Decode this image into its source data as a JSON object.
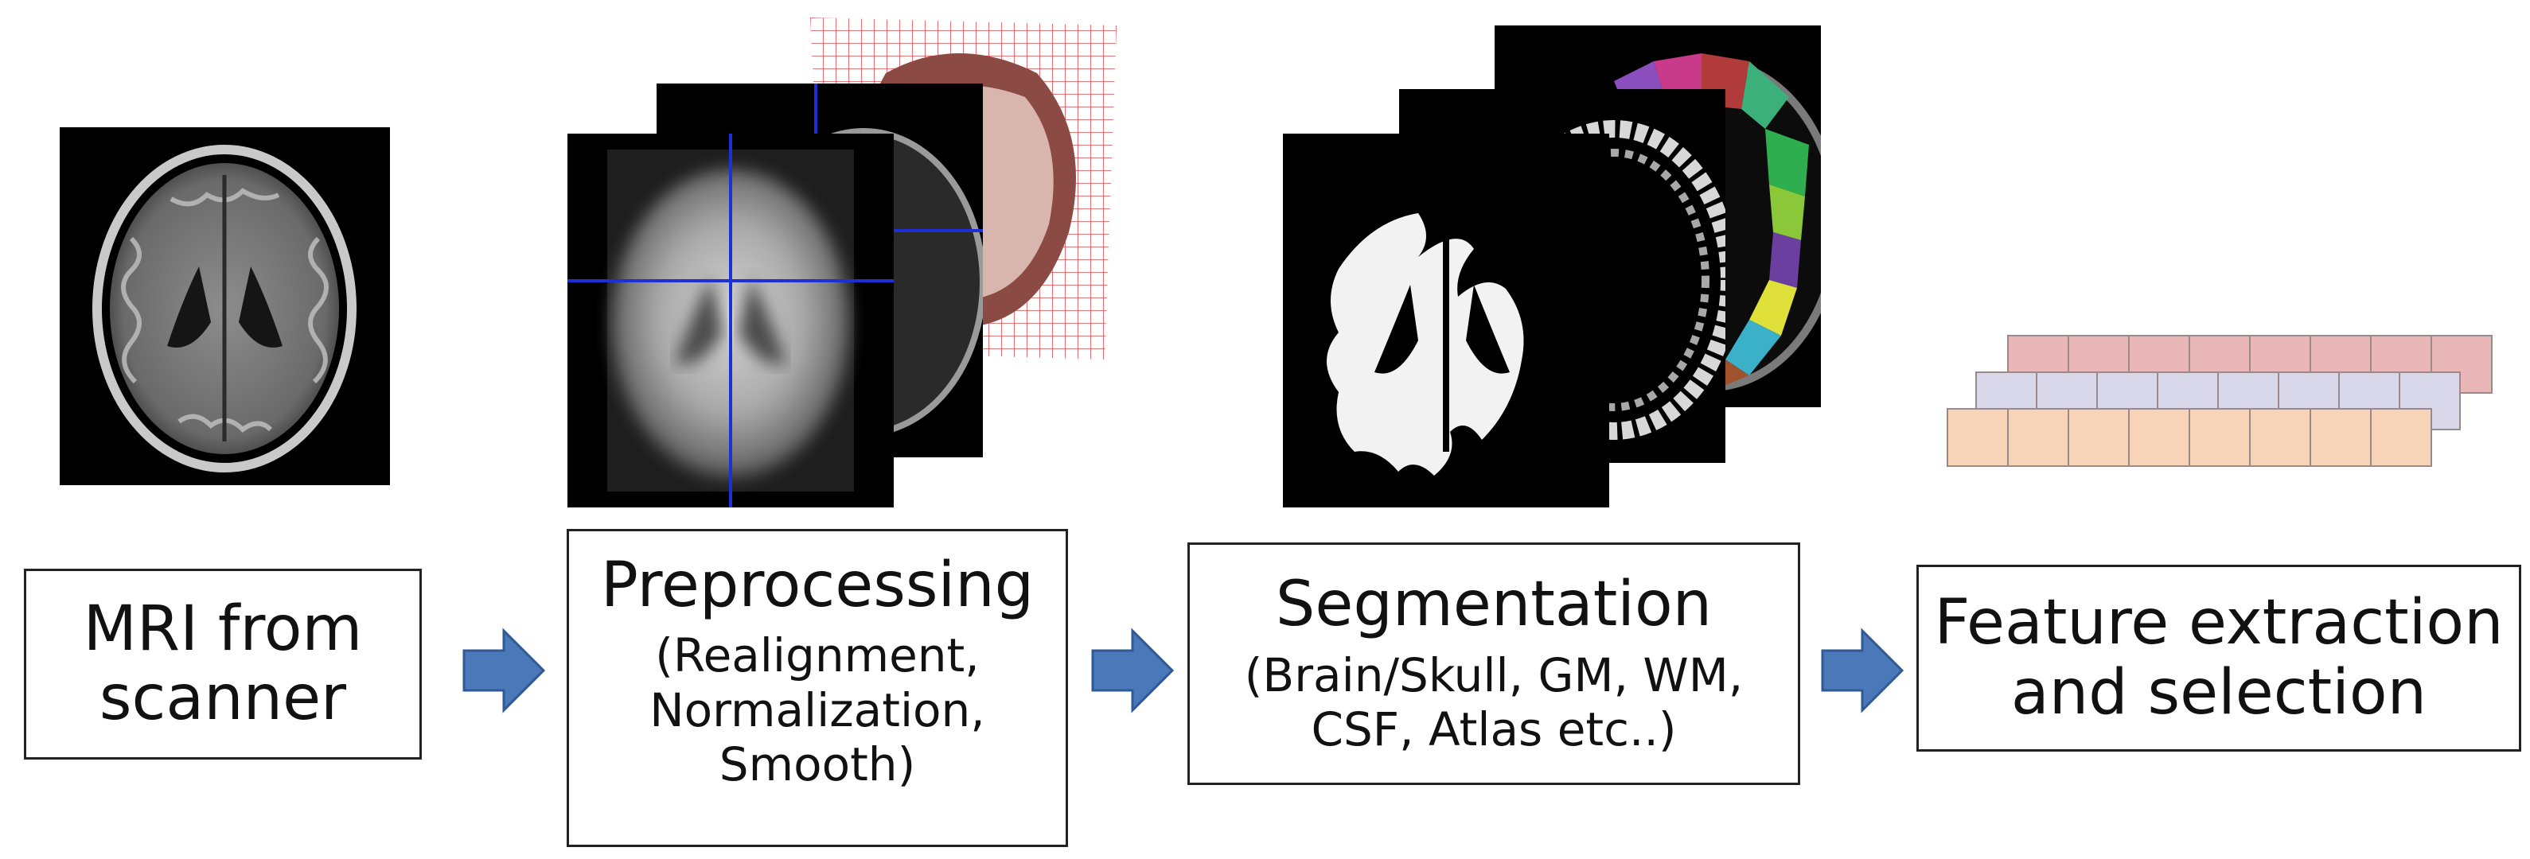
{
  "pipeline": {
    "steps": [
      {
        "title": "MRI from\nscanner",
        "subtitle": ""
      },
      {
        "title": "Preprocessing",
        "subtitle": "(Realignment,\nNormalization,\nSmooth)"
      },
      {
        "title": "Segmentation",
        "subtitle": "(Brain/Skull, GM, WM,\nCSF, Atlas etc..)"
      },
      {
        "title": "Feature extraction\nand selection",
        "subtitle": ""
      }
    ]
  },
  "colors": {
    "arrow": "#4a78b8",
    "arrow_stroke": "#2f5a96",
    "crosshair": "#1d2fd6",
    "warp_grid": "#e0494f",
    "feature_row_1": "#e9b7b7",
    "feature_row_2": "#d8d8ea",
    "feature_row_3": "#f7d4b8"
  },
  "icons": [
    "right-arrow-icon",
    "right-arrow-icon",
    "right-arrow-icon"
  ]
}
